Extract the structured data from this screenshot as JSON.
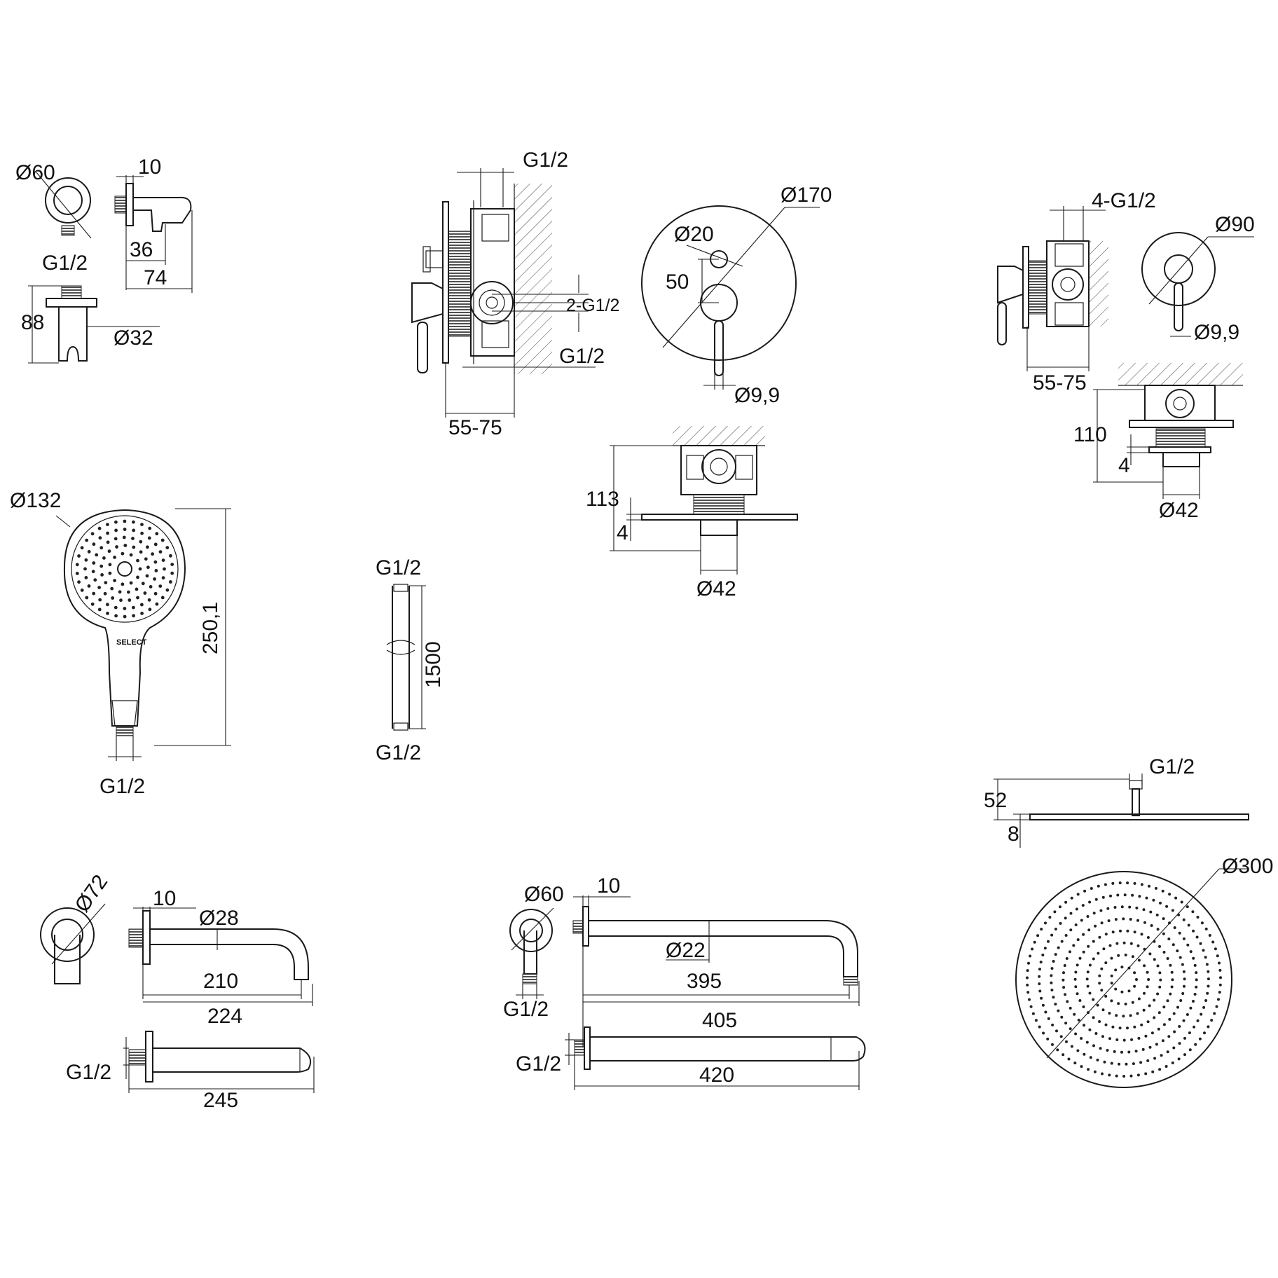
{
  "labels": {
    "holder_dia": "Ø60",
    "holder_thread": "G1/2",
    "holder_plate": "10",
    "holder_36": "36",
    "holder_74": "74",
    "holder_88": "88",
    "holder_32": "Ø32",
    "mixer_g_top": "G1/2",
    "mixer_2g": "2-G1/2",
    "mixer_g_bot": "G1/2",
    "mixer_depth": "55-75",
    "plate_170": "Ø170",
    "plate_20": "Ø20",
    "plate_50": "50",
    "plate_99": "Ø9,9",
    "top_113": "113",
    "top_4": "4",
    "top_42": "Ø42",
    "small_4g": "4-G1/2",
    "small_depth": "55-75",
    "small_90": "Ø90",
    "small_99": "Ø9,9",
    "small_110": "110",
    "small_4": "4",
    "small_42": "Ø42",
    "hand_dia": "Ø132",
    "hand_len": "250,1",
    "hand_thread": "G1/2",
    "hand_brand": "SELECT",
    "hose_top": "G1/2",
    "hose_len": "1500",
    "hose_bot": "G1/2",
    "rain_g": "G1/2",
    "rain_52": "52",
    "rain_8": "8",
    "rain_dia": "Ø300",
    "spout_72": "Ø72",
    "spout_10": "10",
    "spout_28": "Ø28",
    "spout_210": "210",
    "spout_224": "224",
    "spout_g": "G1/2",
    "spout_245": "245",
    "arm_60": "Ø60",
    "arm_10": "10",
    "arm_22": "Ø22",
    "arm_395": "395",
    "arm_g": "G1/2",
    "arm_405": "405",
    "arm_g2": "G1/2",
    "arm_420": "420"
  }
}
